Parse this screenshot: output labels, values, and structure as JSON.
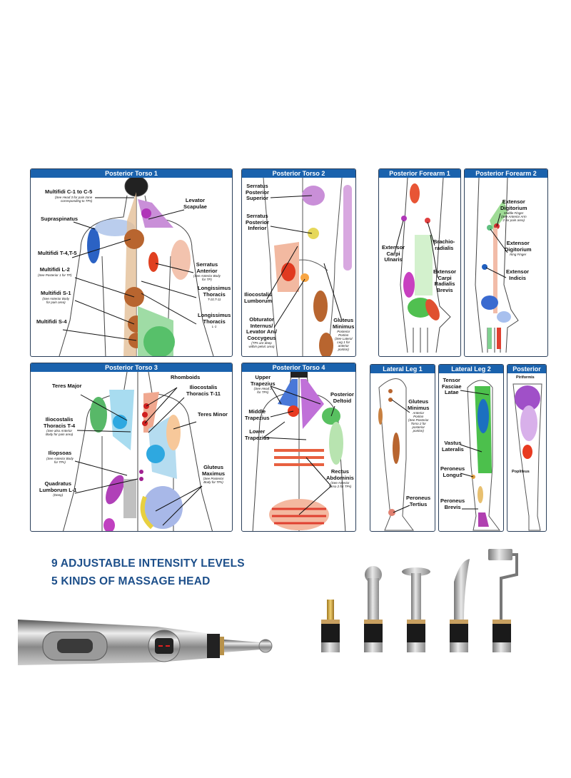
{
  "panels": {
    "pt1": {
      "title": "Posterior Torso 1",
      "labels": [
        {
          "name": "Multifidi C-1 to C-5",
          "note": "(See Head 3 for pain zone\ncorresponding to TPs)"
        },
        {
          "name": "Supraspinatus",
          "note": ""
        },
        {
          "name": "Multifidi T-4,T-5",
          "note": ""
        },
        {
          "name": "Multifidi L-2",
          "note": "(See Posterior 1 for TP)"
        },
        {
          "name": "Multifidi S-1",
          "note": "(See Anterior Body\nfor pain area)"
        },
        {
          "name": "Multifidi S-4",
          "note": ""
        },
        {
          "name": "Levator\nScapulae",
          "note": ""
        },
        {
          "name": "Serratus\nAnterior",
          "note": "(See Anterior Body\nfor TP)"
        },
        {
          "name": "Longissimus\nThoracis",
          "note": "T-10,T-11"
        },
        {
          "name": "Longissimus\nThoracis",
          "note": "L-1"
        }
      ]
    },
    "pt2": {
      "title": "Posterior Torso 2",
      "labels": [
        {
          "name": "Serratus\nPosterior\nSuperior",
          "note": ""
        },
        {
          "name": "Serratus\nPosterior\nInferior",
          "note": ""
        },
        {
          "name": "Iliocostalis\nLumborum",
          "note": ""
        },
        {
          "name": "Obturator\nInternus/\nLevator Ani/\nCoccygeus",
          "note": "(TPs are deep\nwithin pelvic area)"
        },
        {
          "name": "Gluteus\nMinimus",
          "note": "Posterior\nPortion\n(See Lateral\nLeg 1 for\nanterior\nportion)"
        }
      ]
    },
    "pf1": {
      "title": "Posterior Forearm 1",
      "labels": [
        {
          "name": "Extensor\nCarpi\nUlnaris",
          "note": ""
        },
        {
          "name": "Brachio-\nradialis",
          "note": ""
        },
        {
          "name": "Extensor\nCarpi\nRadialis\nBrevis",
          "note": ""
        }
      ]
    },
    "pf2": {
      "title": "Posterior Forearm 2",
      "labels": [
        {
          "name": "Extensor\nDigitorium",
          "note": "Middle Finger\n(See Anterior Arm\n2 for pain area)"
        },
        {
          "name": "Extensor\nDigitorium",
          "note": "Ring Finger"
        },
        {
          "name": "Extensor\nIndicis",
          "note": ""
        }
      ]
    },
    "pt3": {
      "title": "Posterior Torso 3",
      "labels": [
        {
          "name": "Teres Major",
          "note": ""
        },
        {
          "name": "Iliocostalis\nThoracis T-4",
          "note": "(See also Anterior\nBody for pain area)"
        },
        {
          "name": "Iliopsoas",
          "note": "(See Anterior Body\nfor TPs)"
        },
        {
          "name": "Quadratus\nLumborum L-1",
          "note": "(Deep)"
        },
        {
          "name": "Rhomboids",
          "note": ""
        },
        {
          "name": "Iliocostalis\nThoracis T-11",
          "note": ""
        },
        {
          "name": "Teres Minor",
          "note": ""
        },
        {
          "name": "Gluteus\nMaximus",
          "note": "(See Posterior\nBody for TPs)"
        }
      ]
    },
    "pt4": {
      "title": "Posterior Torso 4",
      "labels": [
        {
          "name": "Upper\nTrapezius",
          "note": "(See Head 2\nfor TPs)"
        },
        {
          "name": "Middle\nTrapezius",
          "note": ""
        },
        {
          "name": "Lower\nTrapezius",
          "note": ""
        },
        {
          "name": "Posterior\nDeltoid",
          "note": ""
        },
        {
          "name": "Rectus\nAbdominis",
          "note": "(See Anterior\nTorso 2 for TPs)"
        }
      ]
    },
    "ll1": {
      "title": "Lateral Leg 1",
      "labels": [
        {
          "name": "Gluteus\nMinimus",
          "note": "Anterior\nPortion\n(See Posterior\nTorso 2 for\nposterior\nportion)"
        },
        {
          "name": "Peroneus\nTertius",
          "note": ""
        }
      ]
    },
    "ll2": {
      "title": "Lateral Leg 2",
      "labels": [
        {
          "name": "Tensor\nFasciae\nLatae",
          "note": ""
        },
        {
          "name": "Vastus\nLateralis",
          "note": ""
        },
        {
          "name": "Peroneus\nLongus",
          "note": ""
        },
        {
          "name": "Peroneus\nBrevis",
          "note": ""
        }
      ]
    },
    "post": {
      "title": "Posterior",
      "labels": [
        {
          "name": "Piriformis",
          "note": ""
        },
        {
          "name": "Popliteus",
          "note": ""
        }
      ]
    }
  },
  "features": {
    "line1": "9 ADJUSTABLE INTENSITY LEVELS",
    "line2": "5 KINDS OF MASSAGE HEAD"
  },
  "colors": {
    "header": "#1a62ad",
    "headline": "#1d4f8a"
  }
}
